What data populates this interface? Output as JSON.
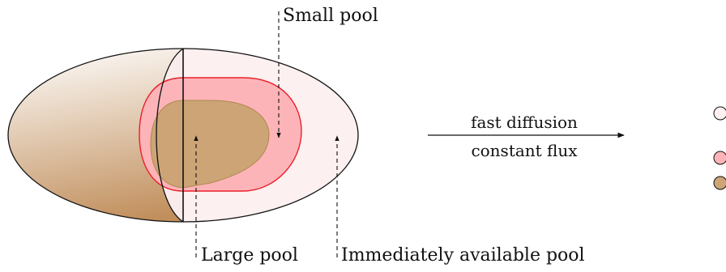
{
  "labels": {
    "small_pool": "Small pool",
    "large_pool": "Large pool",
    "immediately_available_pool": "Immediately available pool"
  },
  "arrow": {
    "top_text": "fast diffusion",
    "bottom_text": "constant flux"
  },
  "colors": {
    "immediately_available_pool": "#fdf0f0",
    "small_pool": "#fdb4b8",
    "small_pool_edge": "#e8202a",
    "large_pool": "#cca476",
    "large_pool_edge": "#b08850",
    "outline": "#111111",
    "shell_gradient_light": "#ffffff",
    "shell_gradient_dark": "#c18f5c"
  }
}
